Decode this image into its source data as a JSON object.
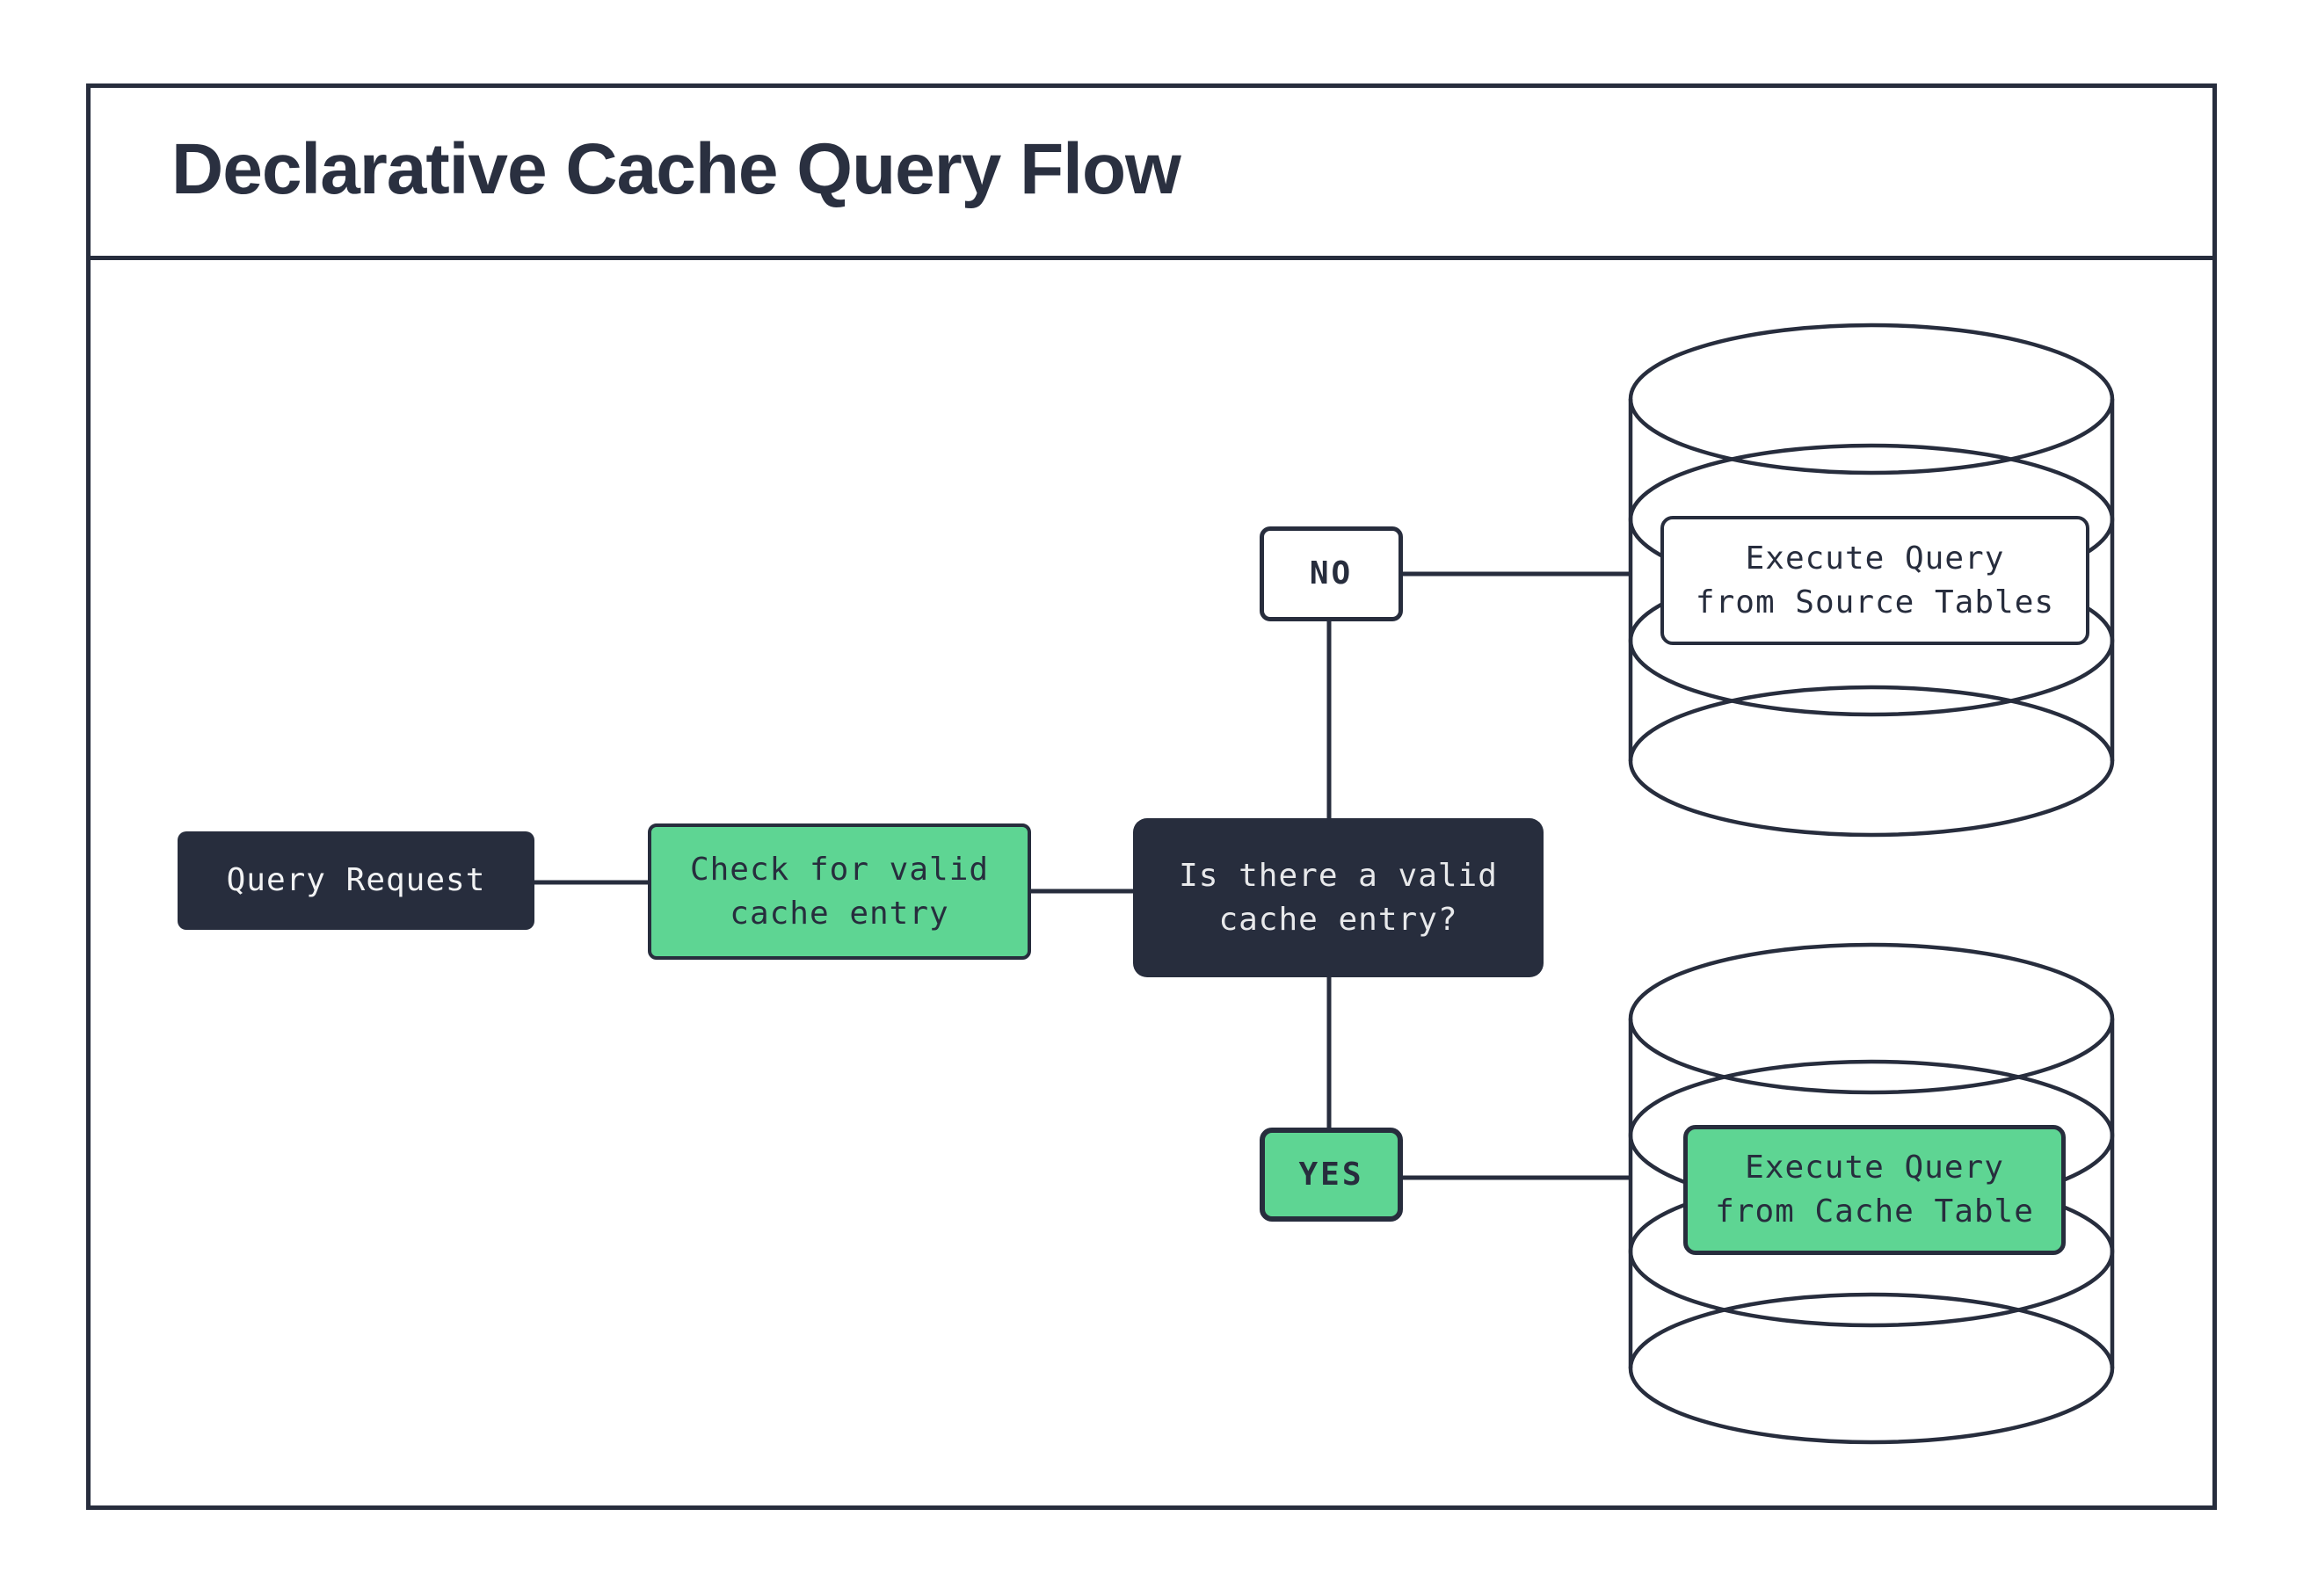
{
  "header": {
    "title": "Declarative Cache Query Flow"
  },
  "diagram": {
    "nodes": {
      "query_request": {
        "label": "Query Request"
      },
      "check_cache": {
        "label": "Check for valid\ncache entry"
      },
      "decision": {
        "label": "Is there a valid\ncache entry?"
      },
      "branch_no": {
        "label": "NO"
      },
      "branch_yes": {
        "label": "YES"
      },
      "execute_source": {
        "label": "Execute Query\nfrom Source Tables"
      },
      "execute_cache": {
        "label": "Execute Query\nfrom Cache Table"
      }
    },
    "colors": {
      "dark_navy": "#272d3d",
      "green": "#5ed593",
      "off_white_text": "#f2f3f4",
      "background": "#ffffff"
    }
  }
}
